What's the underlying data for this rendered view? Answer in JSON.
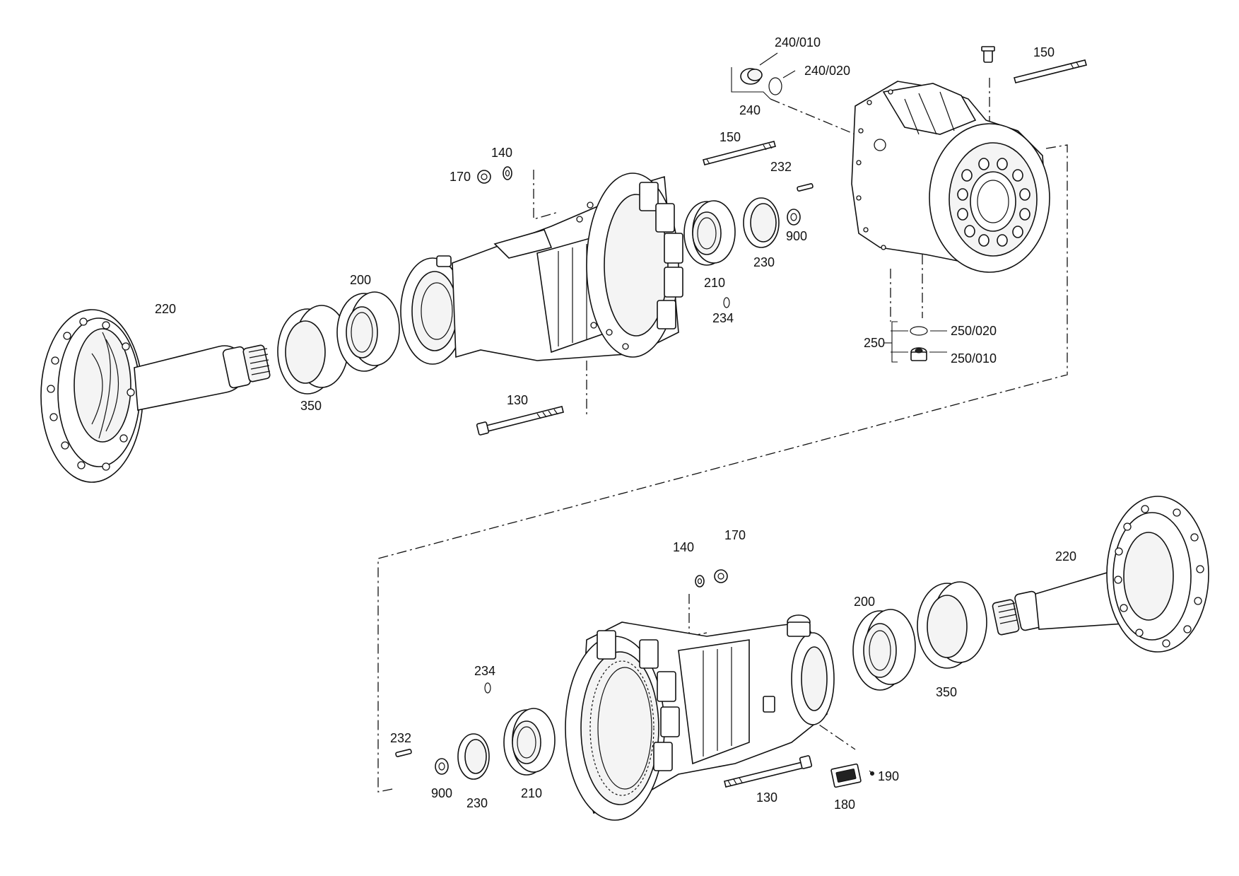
{
  "labels": {
    "top_240_010": "240/010",
    "top_240_020": "240/020",
    "top_240": "240",
    "top_150_right": "150",
    "top_150_mid": "150",
    "top_232": "232",
    "top_900": "900",
    "top_230": "230",
    "top_210": "210",
    "top_234": "234",
    "top_140": "140",
    "top_170": "170",
    "top_200": "200",
    "top_220": "220",
    "top_350": "350",
    "top_130": "130",
    "top_250": "250",
    "top_250_020": "250/020",
    "top_250_010": "250/010",
    "bot_140": "140",
    "bot_170": "170",
    "bot_220": "220",
    "bot_200": "200",
    "bot_350": "350",
    "bot_234": "234",
    "bot_232": "232",
    "bot_900": "900",
    "bot_230": "230",
    "bot_210": "210",
    "bot_130": "130",
    "bot_180": "180",
    "bot_190": "190"
  }
}
